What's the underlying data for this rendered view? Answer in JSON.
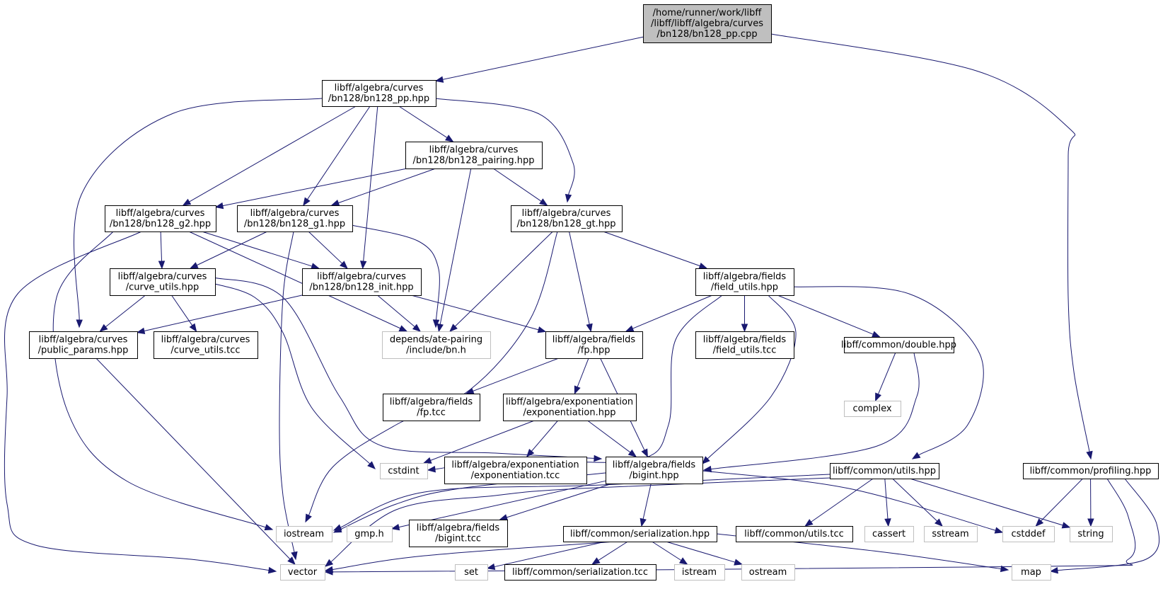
{
  "colors": {
    "edge": "#191970",
    "root_fill": "#bfbfbf",
    "documented_border": "#000000",
    "external_border": "#bfbfbf",
    "background": "#ffffff"
  },
  "nodes": [
    {
      "id": "root",
      "kind": "root",
      "lines": [
        "/home/runner/work/libff",
        "/libff/libff/algebra/curves",
        "/bn128/bn128_pp.cpp"
      ]
    },
    {
      "id": "bn128_pp_hpp",
      "kind": "documented",
      "lines": [
        "libff/algebra/curves",
        "/bn128/bn128_pp.hpp"
      ]
    },
    {
      "id": "bn128_pairing_hpp",
      "kind": "documented",
      "lines": [
        "libff/algebra/curves",
        "/bn128/bn128_pairing.hpp"
      ]
    },
    {
      "id": "bn128_g2_hpp",
      "kind": "documented",
      "lines": [
        "libff/algebra/curves",
        "/bn128/bn128_g2.hpp"
      ]
    },
    {
      "id": "bn128_g1_hpp",
      "kind": "documented",
      "lines": [
        "libff/algebra/curves",
        "/bn128/bn128_g1.hpp"
      ]
    },
    {
      "id": "bn128_gt_hpp",
      "kind": "documented",
      "lines": [
        "libff/algebra/curves",
        "/bn128/bn128_gt.hpp"
      ]
    },
    {
      "id": "curve_utils_hpp",
      "kind": "documented",
      "lines": [
        "libff/algebra/curves",
        "/curve_utils.hpp"
      ]
    },
    {
      "id": "bn128_init_hpp",
      "kind": "documented",
      "lines": [
        "libff/algebra/curves",
        "/bn128/bn128_init.hpp"
      ]
    },
    {
      "id": "field_utils_hpp",
      "kind": "documented",
      "lines": [
        "libff/algebra/fields",
        "/field_utils.hpp"
      ]
    },
    {
      "id": "public_params_hpp",
      "kind": "documented",
      "lines": [
        "libff/algebra/curves",
        "/public_params.hpp"
      ]
    },
    {
      "id": "curve_utils_tcc",
      "kind": "documented",
      "lines": [
        "libff/algebra/curves",
        "/curve_utils.tcc"
      ]
    },
    {
      "id": "bn_h",
      "kind": "external",
      "lines": [
        "depends/ate-pairing",
        "/include/bn.h"
      ]
    },
    {
      "id": "fp_hpp",
      "kind": "documented",
      "lines": [
        "libff/algebra/fields",
        "/fp.hpp"
      ]
    },
    {
      "id": "field_utils_tcc",
      "kind": "documented",
      "lines": [
        "libff/algebra/fields",
        "/field_utils.tcc"
      ]
    },
    {
      "id": "double_hpp",
      "kind": "documented",
      "lines": [
        "libff/common/double.hpp"
      ]
    },
    {
      "id": "fp_tcc",
      "kind": "documented",
      "lines": [
        "libff/algebra/fields",
        "/fp.tcc"
      ]
    },
    {
      "id": "exponentiation_hpp",
      "kind": "documented",
      "lines": [
        "libff/algebra/exponentiation",
        "/exponentiation.hpp"
      ]
    },
    {
      "id": "complex",
      "kind": "external",
      "lines": [
        "complex"
      ]
    },
    {
      "id": "cstdint",
      "kind": "external",
      "lines": [
        "cstdint"
      ]
    },
    {
      "id": "exponentiation_tcc",
      "kind": "documented",
      "lines": [
        "libff/algebra/exponentiation",
        "/exponentiation.tcc"
      ]
    },
    {
      "id": "bigint_hpp",
      "kind": "documented",
      "lines": [
        "libff/algebra/fields",
        "/bigint.hpp"
      ]
    },
    {
      "id": "utils_hpp",
      "kind": "documented",
      "lines": [
        "libff/common/utils.hpp"
      ]
    },
    {
      "id": "profiling_hpp",
      "kind": "documented",
      "lines": [
        "libff/common/profiling.hpp"
      ]
    },
    {
      "id": "iostream",
      "kind": "external",
      "lines": [
        "iostream"
      ]
    },
    {
      "id": "gmp_h",
      "kind": "external",
      "lines": [
        "gmp.h"
      ]
    },
    {
      "id": "bigint_tcc",
      "kind": "documented",
      "lines": [
        "libff/algebra/fields",
        "/bigint.tcc"
      ]
    },
    {
      "id": "serialization_hpp",
      "kind": "documented",
      "lines": [
        "libff/common/serialization.hpp"
      ]
    },
    {
      "id": "utils_tcc",
      "kind": "documented",
      "lines": [
        "libff/common/utils.tcc"
      ]
    },
    {
      "id": "cassert",
      "kind": "external",
      "lines": [
        "cassert"
      ]
    },
    {
      "id": "sstream",
      "kind": "external",
      "lines": [
        "sstream"
      ]
    },
    {
      "id": "cstddef",
      "kind": "external",
      "lines": [
        "cstddef"
      ]
    },
    {
      "id": "string",
      "kind": "external",
      "lines": [
        "string"
      ]
    },
    {
      "id": "vector",
      "kind": "external",
      "lines": [
        "vector"
      ]
    },
    {
      "id": "set",
      "kind": "external",
      "lines": [
        "set"
      ]
    },
    {
      "id": "serialization_tcc",
      "kind": "documented",
      "lines": [
        "libff/common/serialization.tcc"
      ]
    },
    {
      "id": "istream",
      "kind": "external",
      "lines": [
        "istream"
      ]
    },
    {
      "id": "ostream",
      "kind": "external",
      "lines": [
        "ostream"
      ]
    },
    {
      "id": "map",
      "kind": "external",
      "lines": [
        "map"
      ]
    }
  ],
  "edges": [
    {
      "from": "root",
      "to": "bn128_pp_hpp"
    },
    {
      "from": "root",
      "to": "profiling_hpp"
    },
    {
      "from": "bn128_pp_hpp",
      "to": "public_params_hpp"
    },
    {
      "from": "bn128_pp_hpp",
      "to": "bn128_g2_hpp"
    },
    {
      "from": "bn128_pp_hpp",
      "to": "bn128_g1_hpp"
    },
    {
      "from": "bn128_pp_hpp",
      "to": "bn128_init_hpp"
    },
    {
      "from": "bn128_pp_hpp",
      "to": "bn128_pairing_hpp"
    },
    {
      "from": "bn128_pp_hpp",
      "to": "bn128_gt_hpp"
    },
    {
      "from": "bn128_pairing_hpp",
      "to": "bn128_g2_hpp"
    },
    {
      "from": "bn128_pairing_hpp",
      "to": "bn128_g1_hpp"
    },
    {
      "from": "bn128_pairing_hpp",
      "to": "bn_h"
    },
    {
      "from": "bn128_pairing_hpp",
      "to": "bn128_gt_hpp"
    },
    {
      "from": "bn128_g2_hpp",
      "to": "curve_utils_hpp"
    },
    {
      "from": "bn128_g2_hpp",
      "to": "bn128_init_hpp"
    },
    {
      "from": "bn128_g2_hpp",
      "to": "bn_h"
    },
    {
      "from": "bn128_g2_hpp",
      "to": "iostream"
    },
    {
      "from": "bn128_g2_hpp",
      "to": "vector"
    },
    {
      "from": "bn128_g1_hpp",
      "to": "curve_utils_hpp"
    },
    {
      "from": "bn128_g1_hpp",
      "to": "bn128_init_hpp"
    },
    {
      "from": "bn128_g1_hpp",
      "to": "bn_h"
    },
    {
      "from": "bn128_g1_hpp",
      "to": "vector"
    },
    {
      "from": "bn128_gt_hpp",
      "to": "bn_h"
    },
    {
      "from": "bn128_gt_hpp",
      "to": "fp_hpp"
    },
    {
      "from": "bn128_gt_hpp",
      "to": "field_utils_hpp"
    },
    {
      "from": "bn128_gt_hpp",
      "to": "iostream"
    },
    {
      "from": "curve_utils_hpp",
      "to": "public_params_hpp"
    },
    {
      "from": "curve_utils_hpp",
      "to": "curve_utils_tcc"
    },
    {
      "from": "curve_utils_hpp",
      "to": "cstdint"
    },
    {
      "from": "curve_utils_hpp",
      "to": "bigint_hpp"
    },
    {
      "from": "bn128_init_hpp",
      "to": "public_params_hpp"
    },
    {
      "from": "bn128_init_hpp",
      "to": "bn_h"
    },
    {
      "from": "bn128_init_hpp",
      "to": "fp_hpp"
    },
    {
      "from": "field_utils_hpp",
      "to": "fp_hpp"
    },
    {
      "from": "field_utils_hpp",
      "to": "field_utils_tcc"
    },
    {
      "from": "field_utils_hpp",
      "to": "double_hpp"
    },
    {
      "from": "field_utils_hpp",
      "to": "cstdint"
    },
    {
      "from": "field_utils_hpp",
      "to": "bigint_hpp"
    },
    {
      "from": "field_utils_hpp",
      "to": "utils_hpp"
    },
    {
      "from": "public_params_hpp",
      "to": "vector"
    },
    {
      "from": "fp_hpp",
      "to": "fp_tcc"
    },
    {
      "from": "fp_hpp",
      "to": "exponentiation_hpp"
    },
    {
      "from": "fp_hpp",
      "to": "bigint_hpp"
    },
    {
      "from": "double_hpp",
      "to": "complex"
    },
    {
      "from": "double_hpp",
      "to": "bigint_hpp"
    },
    {
      "from": "exponentiation_hpp",
      "to": "cstdint"
    },
    {
      "from": "exponentiation_hpp",
      "to": "exponentiation_tcc"
    },
    {
      "from": "exponentiation_hpp",
      "to": "bigint_hpp"
    },
    {
      "from": "bigint_hpp",
      "to": "iostream"
    },
    {
      "from": "bigint_hpp",
      "to": "gmp_h"
    },
    {
      "from": "bigint_hpp",
      "to": "bigint_tcc"
    },
    {
      "from": "bigint_hpp",
      "to": "serialization_hpp"
    },
    {
      "from": "bigint_hpp",
      "to": "cstddef"
    },
    {
      "from": "utils_hpp",
      "to": "iostream"
    },
    {
      "from": "utils_hpp",
      "to": "vector"
    },
    {
      "from": "utils_hpp",
      "to": "utils_tcc"
    },
    {
      "from": "utils_hpp",
      "to": "cassert"
    },
    {
      "from": "utils_hpp",
      "to": "sstream"
    },
    {
      "from": "utils_hpp",
      "to": "string"
    },
    {
      "from": "profiling_hpp",
      "to": "cstddef"
    },
    {
      "from": "profiling_hpp",
      "to": "string"
    },
    {
      "from": "profiling_hpp",
      "to": "vector"
    },
    {
      "from": "profiling_hpp",
      "to": "map"
    },
    {
      "from": "serialization_hpp",
      "to": "vector"
    },
    {
      "from": "serialization_hpp",
      "to": "set"
    },
    {
      "from": "serialization_hpp",
      "to": "serialization_tcc"
    },
    {
      "from": "serialization_hpp",
      "to": "istream"
    },
    {
      "from": "serialization_hpp",
      "to": "ostream"
    },
    {
      "from": "serialization_hpp",
      "to": "map"
    }
  ]
}
